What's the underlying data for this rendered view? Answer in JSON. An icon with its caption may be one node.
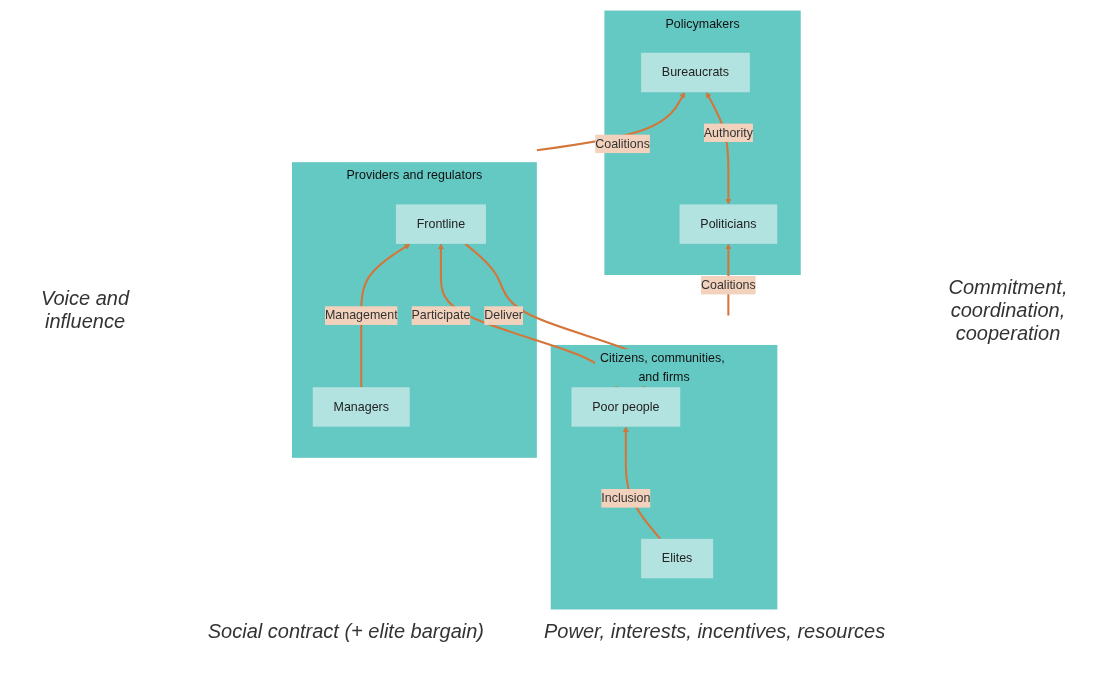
{
  "diagram": {
    "caption": "Power, interests, incentives, resources",
    "nodes": [
      {
        "text": [
          "Policymakers"
        ]
      },
      {
        "text": [
          "Politicians"
        ],
        "in": 0
      },
      {
        "text": [
          "Bureaucrats"
        ],
        "in": 0
      },
      {
        "text": [
          "Citizens, communities, and firms"
        ]
      },
      {
        "text": [
          "Elites"
        ],
        "in": 3
      },
      {
        "text": [
          "Poor people"
        ],
        "in": 3
      },
      {
        "text": [
          "Providers and regulators"
        ]
      },
      {
        "text": [
          "Frontline"
        ],
        "in": 6
      },
      {
        "text": [
          "Managers"
        ],
        "in": 6
      }
    ],
    "edges": [
      {
        "from": 1,
        "to": 2,
        "arrow": "both",
        "label": "Authority"
      },
      {
        "from": 3,
        "to": 1,
        "arrow": "to",
        "label": "Coalitions"
      },
      {
        "from": 6,
        "to": 2,
        "arrow": "to",
        "label": "Coalitions"
      },
      {
        "from": 4,
        "to": 5,
        "arrow": "to",
        "label": "Inclusion"
      },
      {
        "from": 7,
        "to": 5,
        "arrow": "to",
        "label": "Deliver"
      },
      {
        "from": 5,
        "to": 7,
        "arrow": "to",
        "label": "Participate"
      },
      {
        "from": 8,
        "to": 7,
        "arrow": "to",
        "label": "Management"
      }
    ],
    "labels": [
      "Voice and influence",
      "Social contract (+ elite bargain)",
      "Commitment, coordination, cooperation"
    ]
  }
}
